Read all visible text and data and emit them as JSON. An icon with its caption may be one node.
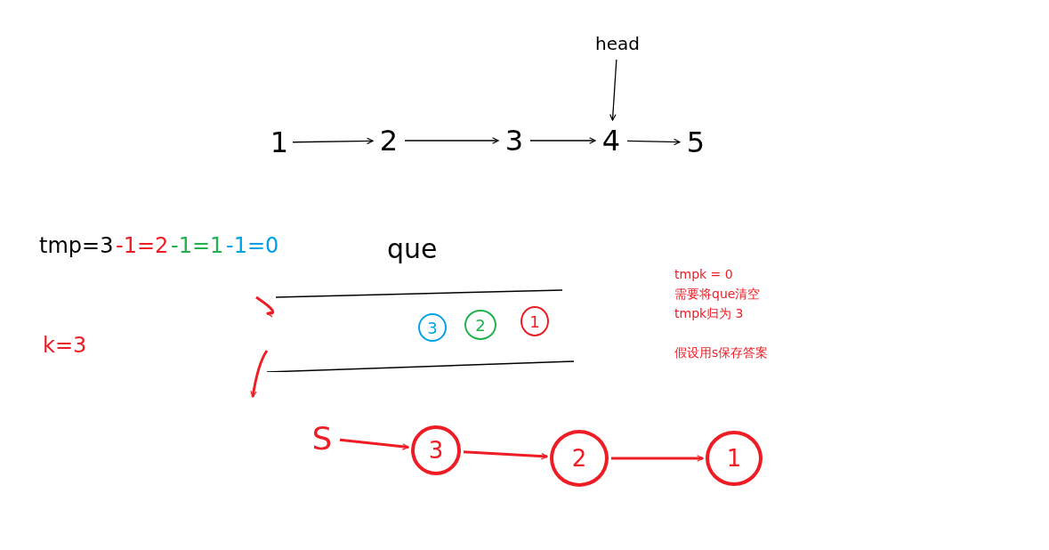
{
  "diagram": {
    "nodes": [
      {
        "text": [
          "head"
        ]
      },
      {
        "text": [
          "1"
        ]
      },
      {
        "text": [
          "2"
        ]
      },
      {
        "text": [
          "3"
        ]
      },
      {
        "text": [
          "4"
        ]
      },
      {
        "text": [
          "5"
        ]
      },
      {
        "text": [
          "que"
        ]
      },
      {
        "text": [
          "3"
        ],
        "in": 6
      },
      {
        "text": [
          "2"
        ],
        "in": 6
      },
      {
        "text": [
          "1"
        ],
        "in": 6
      },
      {
        "text": [
          "S"
        ]
      },
      {
        "text": [
          "3"
        ]
      },
      {
        "text": [
          "2"
        ]
      },
      {
        "text": [
          "1"
        ]
      }
    ],
    "edges": [
      {
        "from": 1,
        "to": 2,
        "arrow": "to"
      },
      {
        "from": 2,
        "to": 3,
        "arrow": "to"
      },
      {
        "from": 3,
        "to": 4,
        "arrow": "to"
      },
      {
        "from": 4,
        "to": 5,
        "arrow": "to"
      },
      {
        "from": 0,
        "to": 4,
        "arrow": "to"
      },
      {
        "from": null,
        "to": 6,
        "arrow": "to",
        "color": "#ee1c24"
      },
      {
        "from": 6,
        "to": null,
        "arrow": "to",
        "color": "#ee1c24"
      },
      {
        "from": 10,
        "to": 11,
        "arrow": "to",
        "color": "#ee1c24"
      },
      {
        "from": 11,
        "to": 12,
        "arrow": "to",
        "color": "#ee1c24"
      },
      {
        "from": 12,
        "to": 13,
        "arrow": "to",
        "color": "#ee1c24"
      }
    ],
    "labels": [
      "tmp=3",
      "-1=2",
      "-1=1",
      "-1=0",
      "k=3",
      "tmpk = 0",
      "需要将que清空",
      "tmpk归为 3",
      "假设用s保存答案"
    ]
  }
}
